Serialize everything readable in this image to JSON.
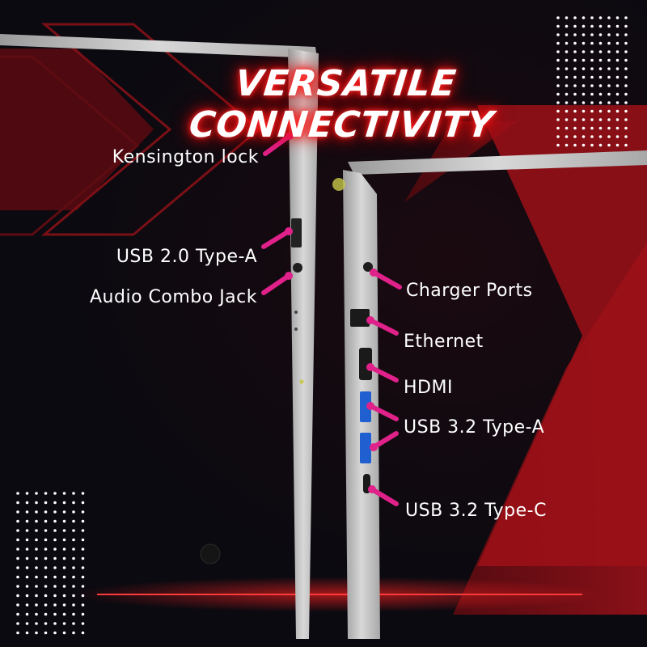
{
  "title": "VERSATILE CONNECTIVITY",
  "labels": {
    "kensington_lock": "Kensington lock",
    "usb20_type_a": "USB 2.0 Type-A",
    "audio_combo_jack": "Audio Combo Jack",
    "charger_ports": "Charger Ports",
    "ethernet": "Ethernet",
    "hdmi": "HDMI",
    "usb32_type_a": "USB 3.2 Type-A",
    "usb32_type_c": "USB 3.2 Type-C"
  },
  "colors": {
    "background": "#0b0a10",
    "accent_red": "#b5121b",
    "pointer_pink": "#e0218a",
    "title_glow": "#ff1a1a",
    "laptop_silver": "#c9c9c9"
  }
}
